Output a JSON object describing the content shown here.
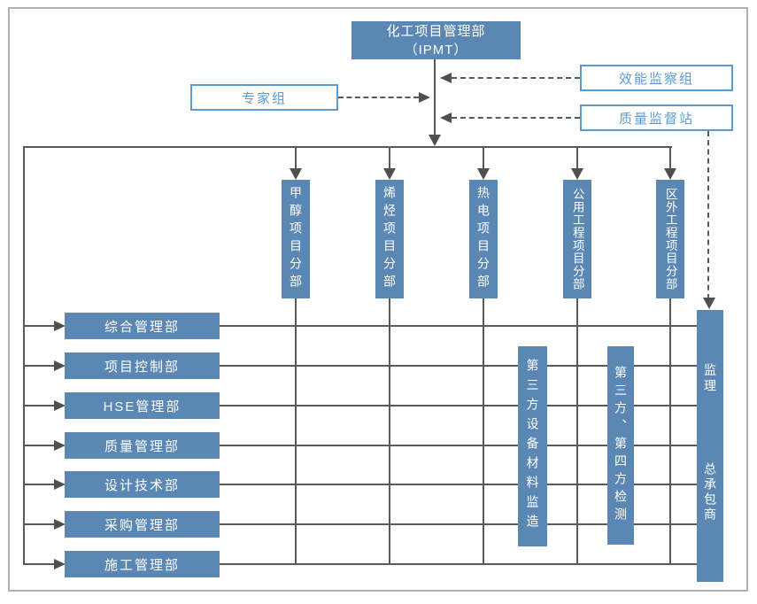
{
  "colors": {
    "box_blue": "#5b87b5",
    "line_gray": "#595959",
    "arrow_gray": "#4f4f4f",
    "accent_blue": "#5b9bd5",
    "border_gray": "#b0b0b0"
  },
  "root_box": {
    "line1": "化工项目管理部",
    "line2": "（IPMT）"
  },
  "side_boxes": {
    "expert": "专家组",
    "efficiency": "效能监察组",
    "quality": "质量监督站"
  },
  "columns": [
    {
      "label": "甲醇项目分部"
    },
    {
      "label": "烯烃项目分部"
    },
    {
      "label": "热电项目分部"
    },
    {
      "label": "公用工程项目分部"
    },
    {
      "label": "区外工程项目分部"
    }
  ],
  "rows": [
    {
      "label": "综合管理部"
    },
    {
      "label": "项目控制部"
    },
    {
      "label": "HSE管理部"
    },
    {
      "label": "质量管理部"
    },
    {
      "label": "设计技术部"
    },
    {
      "label": "采购管理部"
    },
    {
      "label": "施工管理部"
    }
  ],
  "mid_boxes": [
    {
      "label": "第三方设备材料监造"
    },
    {
      "label": "第三方、第四方检测"
    }
  ],
  "right_box": {
    "top": "监理",
    "bottom": "总承包商"
  }
}
